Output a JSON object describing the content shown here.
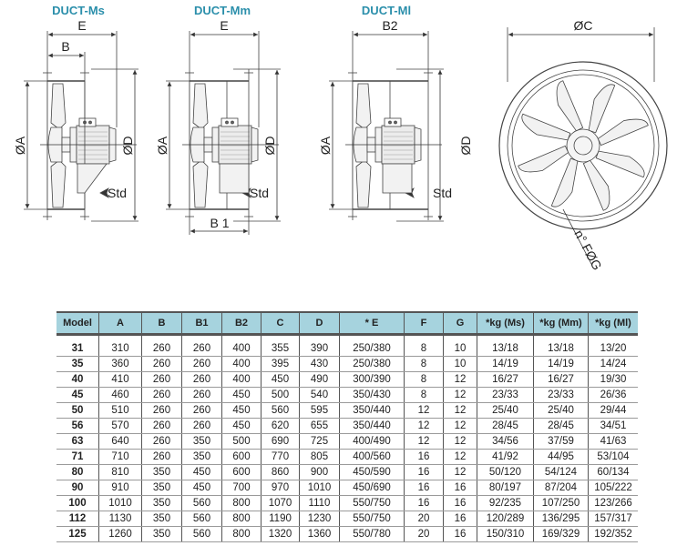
{
  "views": [
    {
      "title": "DUCT-Ms",
      "top_dim": "E",
      "sub_dim": "B",
      "dia_a": "ØA",
      "dia_d": "ØD",
      "rotation": "Std"
    },
    {
      "title": "DUCT-Mm",
      "top_dim": "E",
      "bottom_dim": "B 1",
      "dia_a": "ØA",
      "dia_d": "ØD",
      "rotation": "Std"
    },
    {
      "title": "DUCT-Ml",
      "top_dim": "B2",
      "dia_a": "ØA",
      "dia_d": "ØD",
      "rotation": "Std"
    }
  ],
  "front_view": {
    "dia_c": "ØC",
    "holes": "n° FØG"
  },
  "colors": {
    "title": "#2b8fab",
    "header_bg": "#a6d3de"
  },
  "table": {
    "columns": [
      "Model",
      "A",
      "B",
      "B1",
      "B2",
      "C",
      "D",
      "* E",
      "F",
      "G",
      "*kg (Ms)",
      "*kg (Mm)",
      "*kg (Ml)"
    ],
    "rows": [
      [
        "31",
        "310",
        "260",
        "260",
        "400",
        "355",
        "390",
        "250/380",
        "8",
        "10",
        "13/18",
        "13/18",
        "13/20"
      ],
      [
        "35",
        "360",
        "260",
        "260",
        "400",
        "395",
        "430",
        "250/380",
        "8",
        "10",
        "14/19",
        "14/19",
        "14/24"
      ],
      [
        "40",
        "410",
        "260",
        "260",
        "400",
        "450",
        "490",
        "300/390",
        "8",
        "12",
        "16/27",
        "16/27",
        "19/30"
      ],
      [
        "45",
        "460",
        "260",
        "260",
        "450",
        "500",
        "540",
        "350/430",
        "8",
        "12",
        "23/33",
        "23/33",
        "26/36"
      ],
      [
        "50",
        "510",
        "260",
        "260",
        "450",
        "560",
        "595",
        "350/440",
        "12",
        "12",
        "25/40",
        "25/40",
        "29/44"
      ],
      [
        "56",
        "570",
        "260",
        "260",
        "450",
        "620",
        "655",
        "350/440",
        "12",
        "12",
        "28/45",
        "28/45",
        "34/51"
      ],
      [
        "63",
        "640",
        "260",
        "350",
        "500",
        "690",
        "725",
        "400/490",
        "12",
        "12",
        "34/56",
        "37/59",
        "41/63"
      ],
      [
        "71",
        "710",
        "260",
        "350",
        "600",
        "770",
        "805",
        "400/560",
        "16",
        "12",
        "41/92",
        "44/95",
        "53/104"
      ],
      [
        "80",
        "810",
        "350",
        "450",
        "600",
        "860",
        "900",
        "450/590",
        "16",
        "12",
        "50/120",
        "54/124",
        "60/134"
      ],
      [
        "90",
        "910",
        "350",
        "450",
        "700",
        "970",
        "1010",
        "450/690",
        "16",
        "16",
        "80/197",
        "87/204",
        "105/222"
      ],
      [
        "100",
        "1010",
        "350",
        "560",
        "800",
        "1070",
        "1110",
        "550/750",
        "16",
        "16",
        "92/235",
        "107/250",
        "123/266"
      ],
      [
        "112",
        "1130",
        "350",
        "560",
        "800",
        "1190",
        "1230",
        "550/750",
        "20",
        "16",
        "120/289",
        "136/295",
        "157/317"
      ],
      [
        "125",
        "1260",
        "350",
        "560",
        "800",
        "1320",
        "1360",
        "550/780",
        "20",
        "16",
        "150/310",
        "169/329",
        "192/352"
      ]
    ]
  }
}
